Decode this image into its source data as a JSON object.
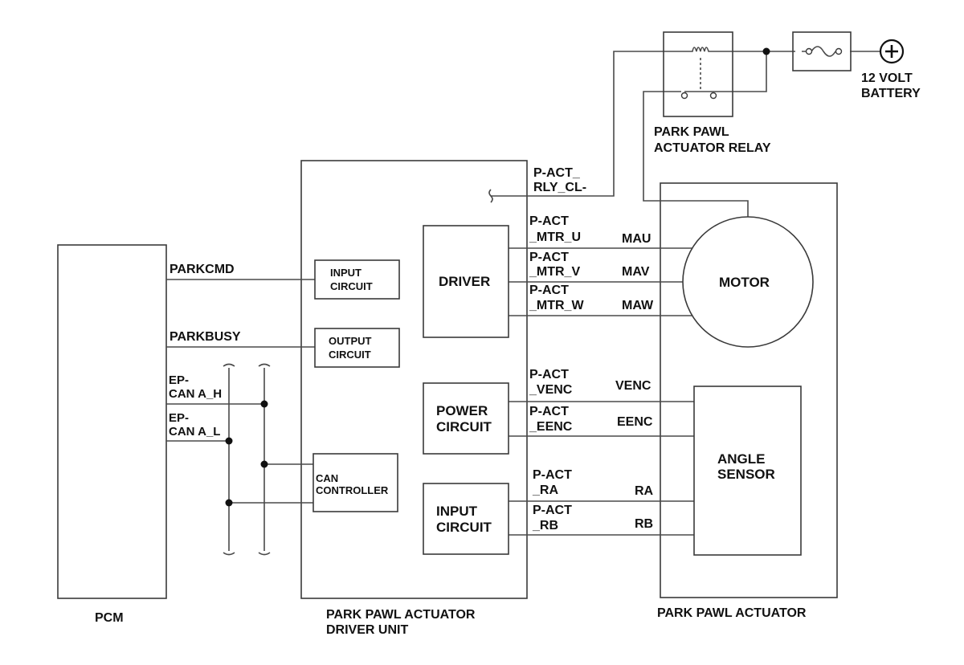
{
  "components": {
    "pcm": "PCM",
    "driver_unit": [
      "PARK PAWL ACTUATOR",
      "DRIVER UNIT"
    ],
    "actuator": "PARK PAWL ACTUATOR",
    "relay": [
      "PARK PAWL",
      "ACTUATOR RELAY"
    ],
    "battery": [
      "12 VOLT",
      "BATTERY"
    ],
    "input_circuit_top": [
      "INPUT",
      "CIRCUIT"
    ],
    "output_circuit": [
      "OUTPUT",
      "CIRCUIT"
    ],
    "can_controller": [
      "CAN",
      "CONTROLLER"
    ],
    "driver": "DRIVER",
    "power_circuit": [
      "POWER",
      "CIRCUIT"
    ],
    "input_circuit_bottom": [
      "INPUT",
      "CIRCUIT"
    ],
    "motor": "MOTOR",
    "angle_sensor": [
      "ANGLE",
      "SENSOR"
    ]
  },
  "signals": {
    "parkcmd": "PARKCMD",
    "parkbusy": "PARKBUSY",
    "can_a_h": [
      "EP-",
      "CAN A_H"
    ],
    "can_a_l": [
      "EP-",
      "CAN A_L"
    ],
    "relay_ctl": [
      "P-ACT_",
      "RLY_CL-"
    ],
    "mtr_u": [
      "P-ACT",
      "_MTR_U"
    ],
    "mtr_v": [
      "P-ACT",
      "_MTR_V"
    ],
    "mtr_w": [
      "P-ACT",
      "_MTR_W"
    ],
    "venc": [
      "P-ACT",
      "_VENC"
    ],
    "eenc": [
      "P-ACT",
      "_EENC"
    ],
    "ra": [
      "P-ACT",
      "_RA"
    ],
    "rb": [
      "P-ACT",
      "_RB"
    ]
  },
  "terminals": {
    "mau": "MAU",
    "mav": "MAV",
    "maw": "MAW",
    "venc": "VENC",
    "eenc": "EENC",
    "ra": "RA",
    "rb": "RB"
  },
  "symbols": {
    "battery_plus": "+"
  }
}
